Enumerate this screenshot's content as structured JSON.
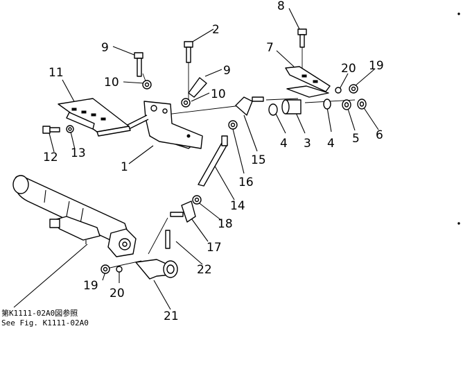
{
  "reference_note": {
    "line1": "第K1111-02A0図参照",
    "line2": "See Fig. K1111-02A0"
  },
  "callouts": [
    "1",
    "2",
    "3",
    "4",
    "4",
    "5",
    "6",
    "7",
    "8",
    "9",
    "9",
    "10",
    "10",
    "11",
    "12",
    "13",
    "14",
    "15",
    "16",
    "17",
    "18",
    "19",
    "19",
    "20",
    "20",
    "21",
    "22"
  ]
}
